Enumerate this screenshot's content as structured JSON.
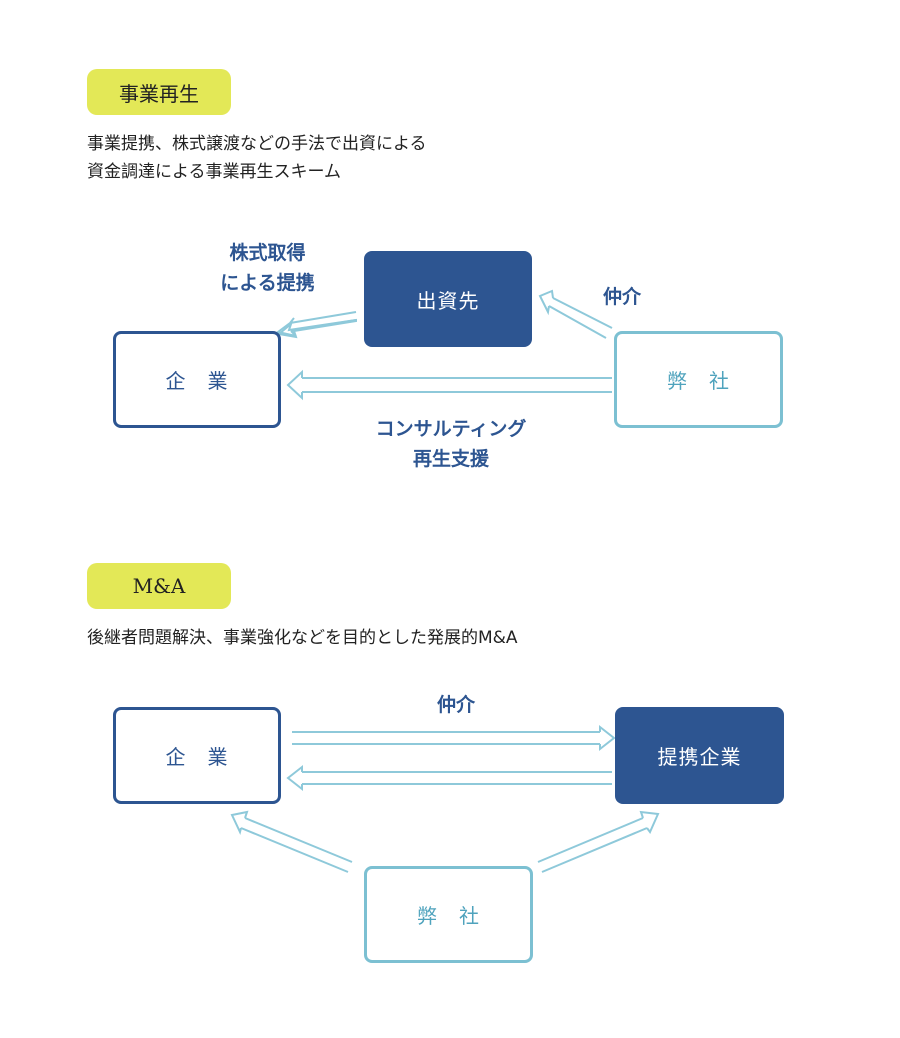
{
  "section1": {
    "badge": "事業再生",
    "desc_line1": "事業提携、株式譲渡などの手法で出資による",
    "desc_line2": "資金調達による事業再生スキーム",
    "boxes": {
      "investor": "出資先",
      "company": "企　業",
      "our_firm": "弊　社"
    },
    "labels": {
      "stock_line1": "株式取得",
      "stock_line2": "による提携",
      "mediation": "仲介",
      "consult_line1": "コンサルティング",
      "consult_line2": "再生支援"
    }
  },
  "section2": {
    "badge": "M&A",
    "desc": "後継者問題解決、事業強化などを目的とした発展的M&A",
    "boxes": {
      "company": "企　業",
      "partner": "提携企業",
      "our_firm": "弊　社"
    },
    "labels": {
      "mediation": "仲介"
    }
  },
  "colors": {
    "badge": "#e3e857",
    "dark_blue": "#2d5591",
    "light_blue": "#7cc0d2"
  }
}
